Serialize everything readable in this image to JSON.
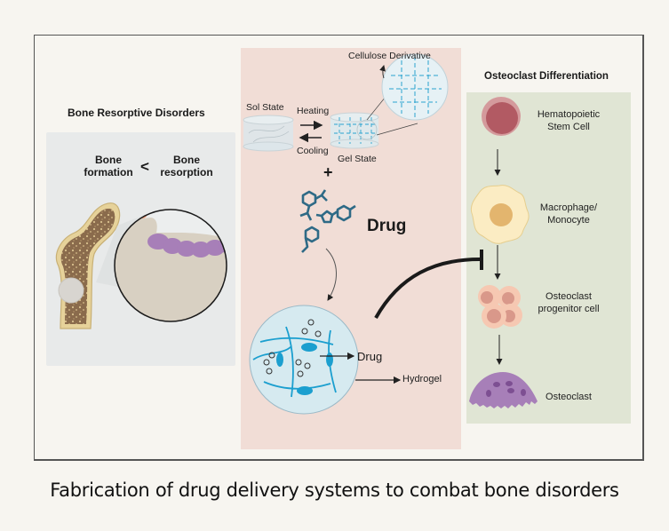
{
  "figure": {
    "caption": "Fabrication of drug delivery systems to combat bone disorders",
    "left_panel": {
      "title": "Bone Resorptive Disorders",
      "formation_label_line1": "Bone",
      "formation_label_line2": "formation",
      "comparator": "<",
      "resorption_label_line1": "Bone",
      "resorption_label_line2": "resorption",
      "icons": [
        "femur-bone-icon",
        "magnifier-circle-icon",
        "osteoblast-cells-icon",
        "osteoclast-cells-icon"
      ]
    },
    "middle_panel": {
      "cellulose_label": "Cellulose Derivative",
      "sol_label": "Sol State",
      "heating_label": "Heating",
      "cooling_label": "Cooling",
      "gel_label": "Gel State",
      "plus": "+",
      "drug_title": "Drug",
      "drug_pointer_label": "Drug",
      "hydrogel_label": "Hydrogel",
      "icons": [
        "sol-cylinder-icon",
        "gel-cylinder-icon",
        "polymer-network-icon",
        "drug-molecule-icon",
        "hydrogel-sphere-icon"
      ]
    },
    "right_panel": {
      "title": "Osteoclast Differentiation",
      "stages": [
        {
          "line1": "Hematopoietic",
          "line2": "Stem Cell"
        },
        {
          "line1": "Macrophage/",
          "line2": "Monocyte"
        },
        {
          "line1": "Osteoclast",
          "line2": "progenitor cell"
        },
        {
          "line1": "Osteoclast",
          "line2": ""
        }
      ]
    },
    "inhibition": "hydrogel-inhibits-osteoclast-differentiation",
    "colors": {
      "pink_panel": "#f1ddd6",
      "green_panel": "#e0e5d4",
      "gray_panel": "#e8eaea",
      "hydrogel_blue": "#1b9fcf",
      "drug_teal": "#2e6a86",
      "osteoclast_purple": "#a77fb8",
      "stem_cell_red": "#b25a63"
    }
  }
}
